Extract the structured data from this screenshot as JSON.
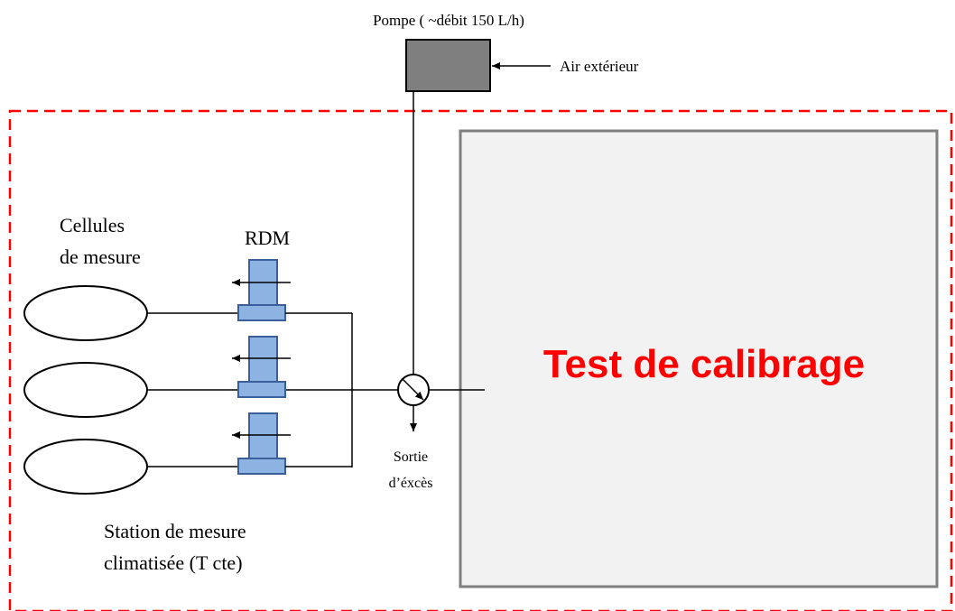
{
  "pump": {
    "label": "Pompe ( ~débit 150 L/h)",
    "air_label": "Air extérieur",
    "fill": "#7f7f7f"
  },
  "chamber": {
    "label": "Test de calibrage",
    "label_color": "#ff0000",
    "fill": "#f2f2f2",
    "stroke": "#7f7f7f"
  },
  "station": {
    "border_color": "#ff0000",
    "label_line1": "Station de mesure",
    "label_line2": "climatisée (T cte)"
  },
  "cells": {
    "label_line1": "Cellules",
    "label_line2": "de mesure",
    "count": 3
  },
  "rdm": {
    "label": "RDM",
    "fill": "#8db3e2",
    "stroke": "#3a5f9a"
  },
  "valve": {
    "exit_line1": "Sortie",
    "exit_line2": "d’éxcès"
  }
}
